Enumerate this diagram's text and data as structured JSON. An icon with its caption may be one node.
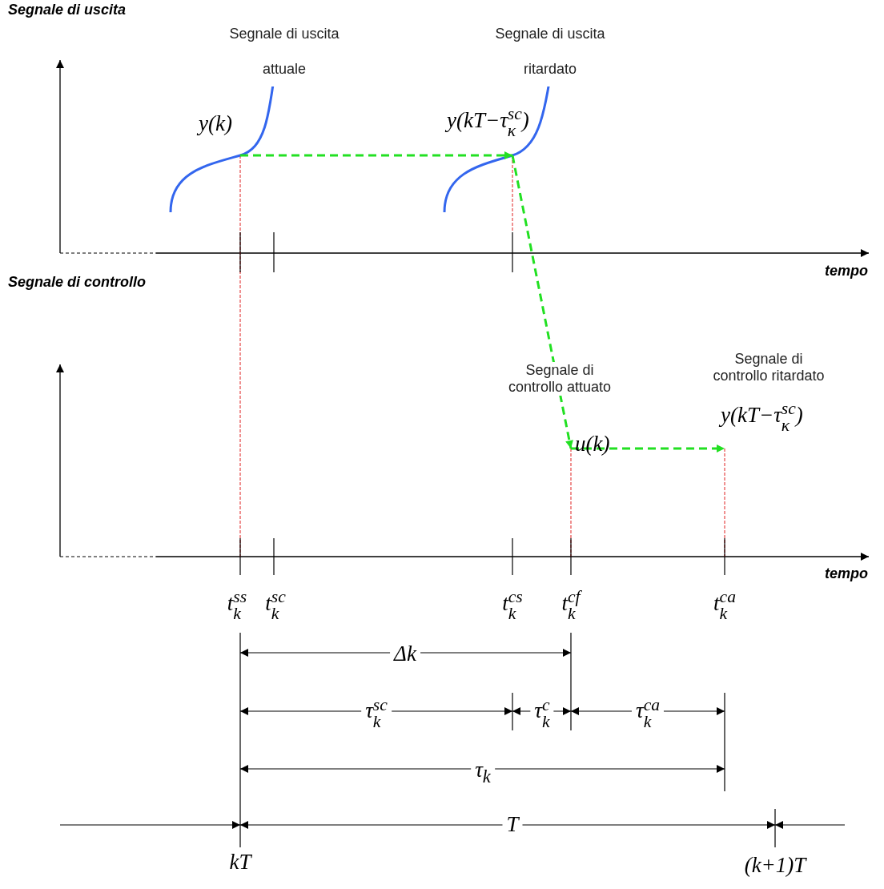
{
  "diagram": {
    "nodes": [
      {
        "text": [
          "y(k)"
        ]
      },
      {
        "text": [
          "y(kT−τ$^{sc}$$_{κ}$)"
        ]
      },
      {
        "text": [
          "u(k)"
        ]
      },
      {
        "text": [
          "y(kT−τ$^{sc}$$_{κ}$)"
        ]
      }
    ],
    "edges": [
      {
        "from": 0,
        "to": 1,
        "arrow": "to",
        "style": "dashed"
      },
      {
        "from": 1,
        "to": 2,
        "arrow": "to",
        "style": "dashed"
      },
      {
        "from": 2,
        "to": 3,
        "arrow": "to",
        "style": "dashed"
      }
    ],
    "labels": [
      "Segnale di uscita",
      "Segnale di uscita attuale",
      "Segnale di uscita ritardato",
      "tempo",
      "Segnale di controllo",
      "Segnale di controllo attuato",
      "Segnale di controllo ritardato",
      "tempo",
      "t$^{ss}$$_{k}$",
      "t$^{sc}$$_{k}$",
      "t$^{cs}$$_{k}$",
      "t$^{cf}$$_{k}$",
      "t$^{ca}$$_{k}$",
      "Δk",
      "τ$^{sc}$$_{k}$",
      "τ$^{c}$$_{k}$",
      "τ$^{ca}$$_{k}$",
      "τ$_{k}$",
      "T",
      "kT",
      "(k+1)T"
    ]
  }
}
